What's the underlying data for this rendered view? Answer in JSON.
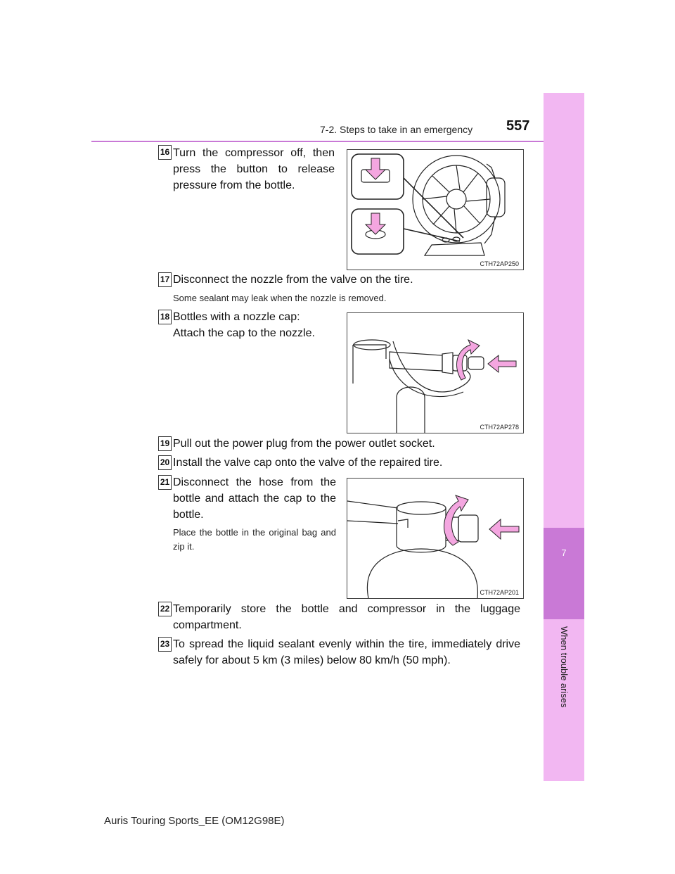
{
  "header": {
    "section": "7-2. Steps to take in an emergency",
    "page_number": "557"
  },
  "side_tab": {
    "chapter_number": "7",
    "chapter_title": "When trouble arises"
  },
  "steps": [
    {
      "num": "16",
      "text": "Turn the compressor off, then press the button to release pressure from the bottle."
    },
    {
      "num": "17",
      "text": "Disconnect the nozzle from the valve on the tire.",
      "note": "Some sealant may leak when the nozzle is removed."
    },
    {
      "num": "18",
      "text_line1": "Bottles with a nozzle cap:",
      "text_line2": "Attach the cap to the nozzle."
    },
    {
      "num": "19",
      "text": "Pull out the power plug from the power outlet socket."
    },
    {
      "num": "20",
      "text": "Install the valve cap onto the valve of the repaired tire."
    },
    {
      "num": "21",
      "text": "Disconnect the hose from the bottle and attach the cap to the bottle.",
      "note": "Place the bottle in the original bag and zip it."
    },
    {
      "num": "22",
      "text": "Temporarily store the bottle and compressor in the luggage compartment."
    },
    {
      "num": "23",
      "text": "To spread the liquid sealant evenly within the tire, immediately drive safely for about 5 km (3 miles) below 80 km/h (50 mph)."
    }
  ],
  "figures": [
    {
      "code": "CTH72AP250"
    },
    {
      "code": "CTH72AP278"
    },
    {
      "code": "CTH72AP201"
    }
  ],
  "footer": {
    "text": "Auris Touring Sports_EE (OM12G98E)"
  },
  "colors": {
    "accent": "#c979d6",
    "tab": "#f2b7f2",
    "arrow": "#f4a6e0"
  }
}
